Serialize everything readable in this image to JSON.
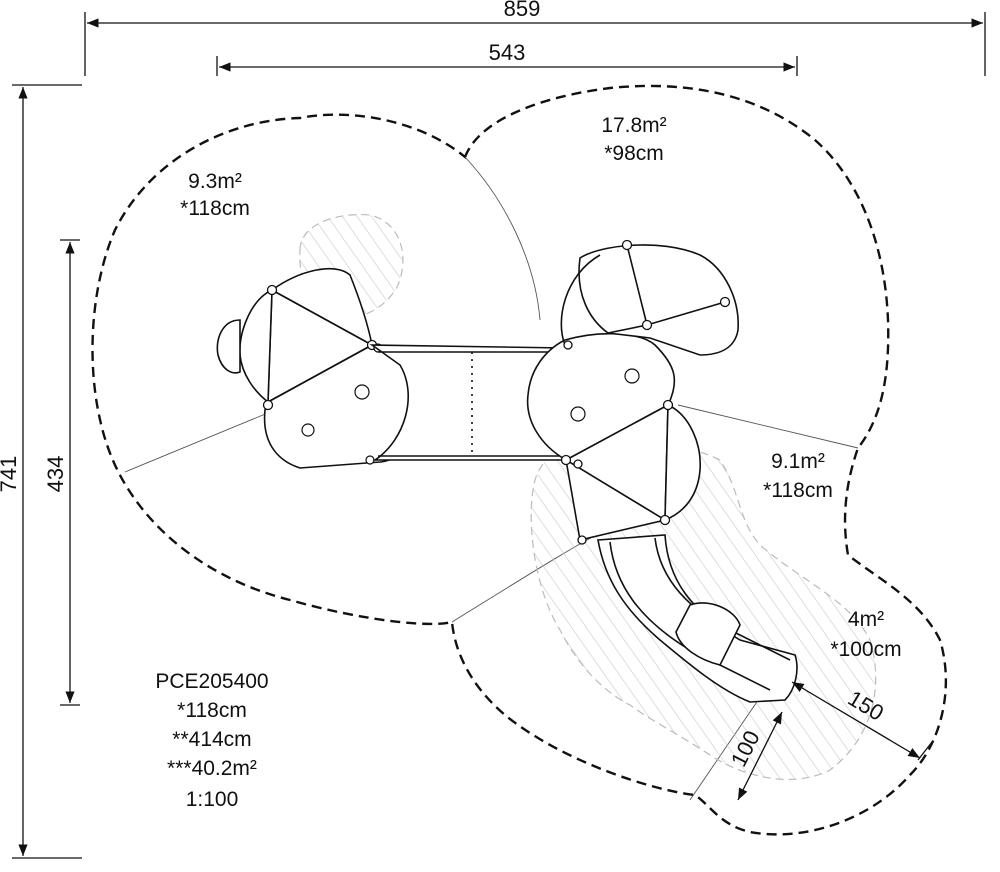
{
  "dimensions": {
    "overall_width": "859",
    "inner_width": "543",
    "overall_height": "741",
    "inner_height": "434",
    "slide_run": "150",
    "slide_width": "100"
  },
  "zones": [
    {
      "area": "9.3m²",
      "height": "*118cm"
    },
    {
      "area": "17.8m²",
      "height": "*98cm"
    },
    {
      "area": "9.1m²",
      "height": "*118cm"
    },
    {
      "area": "4m²",
      "height": "*100cm"
    }
  ],
  "legend": {
    "code": "PCE205400",
    "fall_height": "*118cm",
    "free_height": "**414cm",
    "total_area": "***40.2m²",
    "scale": "1:100"
  }
}
